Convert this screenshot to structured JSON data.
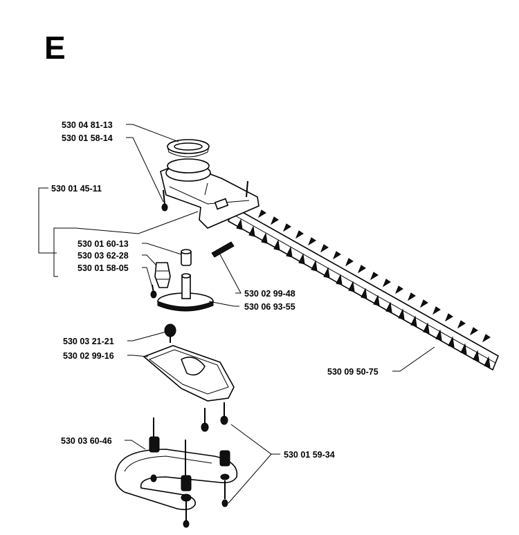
{
  "section_letter": "E",
  "labels": {
    "p1": "530 04 81-13",
    "p2": "530 01 58-14",
    "p3": "530 01 45-11",
    "p4": "530 01 60-13",
    "p5": "530 03 62-28",
    "p6": "530 01 58-05",
    "p7": "530 02 99-48",
    "p8": "530 06 93-55",
    "p9": "530 03 21-21",
    "p10": "530 02 99-16",
    "p11": "530 09 50-75",
    "p12": "530 03 60-46",
    "p13": "530 01 59-34"
  }
}
